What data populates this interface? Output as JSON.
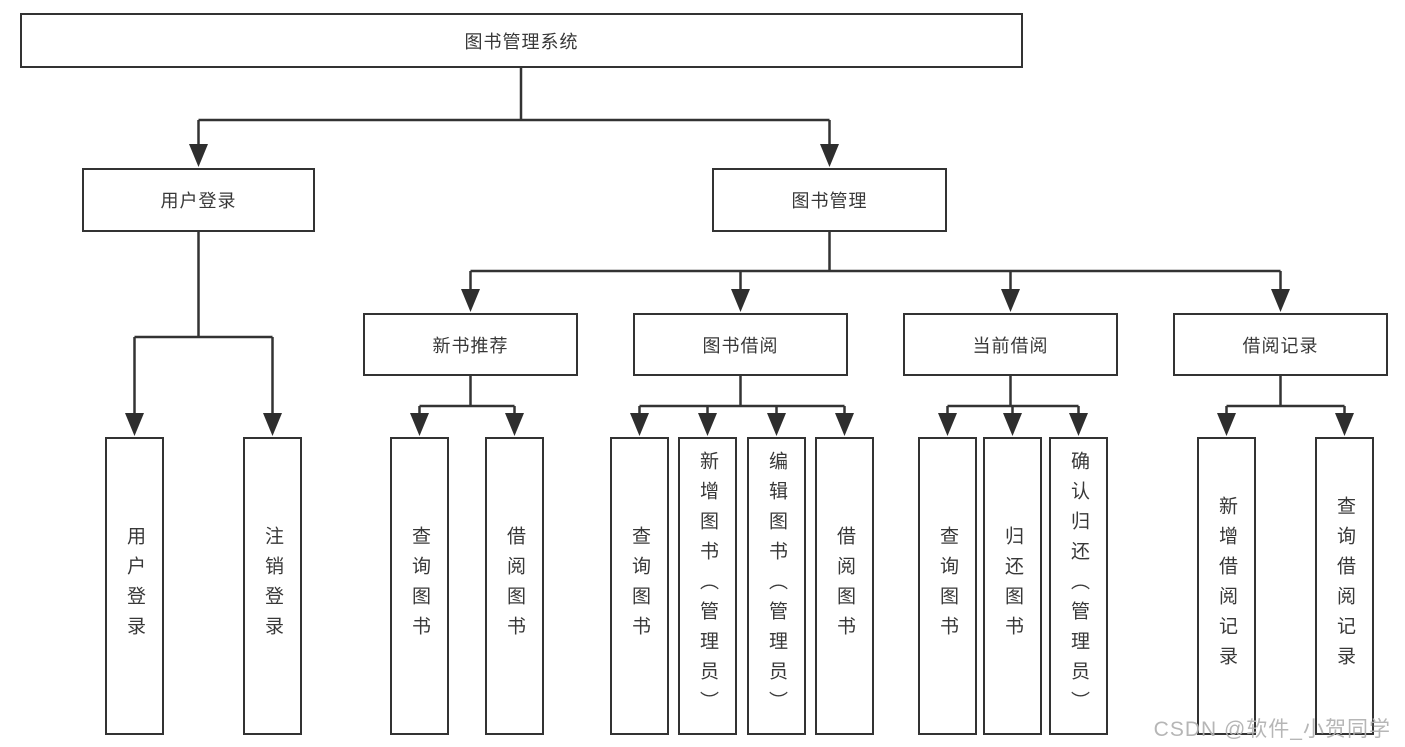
{
  "diagram": {
    "type": "tree",
    "root": {
      "label": "图书管理系统",
      "children": [
        {
          "label": "用户登录",
          "children": [
            {
              "label": "用户登录"
            },
            {
              "label": "注销登录"
            }
          ]
        },
        {
          "label": "图书管理",
          "children": [
            {
              "label": "新书推荐",
              "children": [
                {
                  "label": "查询图书"
                },
                {
                  "label": "借阅图书"
                }
              ]
            },
            {
              "label": "图书借阅",
              "children": [
                {
                  "label": "查询图书"
                },
                {
                  "label": "新增图书（管理员）"
                },
                {
                  "label": "编辑图书（管理员）"
                },
                {
                  "label": "借阅图书"
                }
              ]
            },
            {
              "label": "当前借阅",
              "children": [
                {
                  "label": "查询图书"
                },
                {
                  "label": "归还图书"
                },
                {
                  "label": "确认归还（管理员）"
                }
              ]
            },
            {
              "label": "借阅记录",
              "children": [
                {
                  "label": "新增借阅记录"
                },
                {
                  "label": "查询借阅记录"
                }
              ]
            }
          ]
        }
      ]
    }
  },
  "watermark": {
    "text": "CSDN @软件_小贺同学"
  },
  "colors": {
    "background": "#ffffff",
    "box_border": "#333333",
    "line": "#333333",
    "text": "#383838",
    "watermark": "#b2b2b2"
  }
}
